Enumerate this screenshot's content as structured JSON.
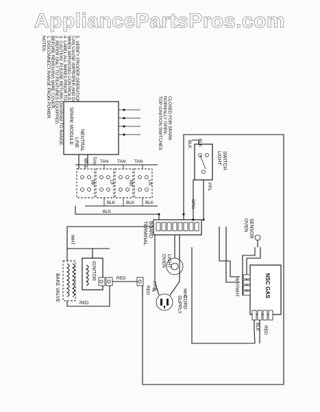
{
  "watermark": "AppliancePartsPros.com",
  "notes": [
    "NOTES:",
    "1. DISCONNECT RANGE FROM POWER",
    "   BEFORE REMOVING WIRE COVER.",
    "2. REFER ONLY TO FEATURES EQUIPPED.",
    "3. CAUTION: PLEASE RETURN DIAGRAM TO RANGE.",
    "4. LABEL ALL WIRES PRIOR TO DISCONNECTION",
    "   WHEN SERVICING CONTROLS. WIRING PROBLEMS",
    "   CAN CAUSE IMPROPER AND DANGEROUS OPERATION.",
    "5. VERIFY PROPER OPERATION AFTER SERVICING."
  ],
  "components": {
    "spark_module": "SPARK MODULE",
    "neutral": "NEUTRAL",
    "line": "LINE",
    "ignition_switches": [
      "TOP IGNITION SWITCHES",
      "NORMALLY OPEN-",
      "CLOSED FOR SPARK"
    ],
    "burner_labels": [
      "RF",
      "LF",
      "RR",
      "LR"
    ],
    "light_switch": [
      "LIGHT",
      "SWITCH"
    ],
    "oven_sensor": [
      "OVEN",
      "SENSOR"
    ],
    "nsc_gas": "NSC GAS",
    "terminal_board": [
      "TERMINAL",
      "BOARD"
    ],
    "oven_light": [
      "OVEN",
      "LIGHT"
    ],
    "supply_cord": [
      "SUPPLY",
      "CORD"
    ],
    "ignitor": "IGNITOR",
    "bake_valve": "BAKE VALVE"
  },
  "wire_labels": {
    "wht": "WHT",
    "tan": "TAN",
    "blk": "BLK",
    "red": "RED",
    "org": "ORG",
    "ppl": "PPL",
    "line": "LINE",
    "neutral_abbrev": "N"
  }
}
